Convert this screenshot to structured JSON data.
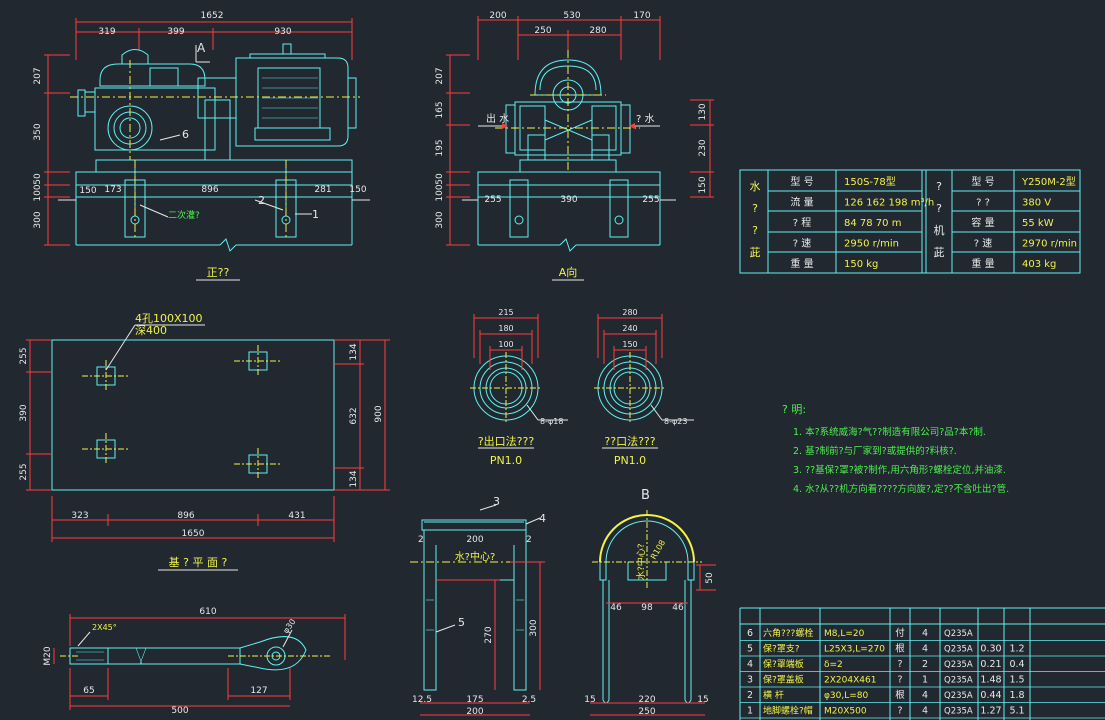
{
  "colors": {
    "background": "#212830",
    "outline": "#5ff0f0",
    "dimension": "#ff3b3b",
    "text_white": "#e8e8e8",
    "text_yellow": "#f2f24a",
    "text_green": "#4cf04c",
    "centerline": "#f2f24a"
  },
  "front_view": {
    "label": "正??",
    "dims_top": {
      "overall": "1652",
      "a": "319",
      "b": "399",
      "c": "930"
    },
    "dims_left": [
      "207",
      "350",
      "100",
      "50",
      "300"
    ],
    "dims_base": {
      "d1": "150",
      "d2": "173",
      "d3": "896",
      "d4": "281",
      "d5": "150"
    },
    "section_marker": "A",
    "callouts": {
      "c6": "6",
      "c2": "2",
      "c1": "1"
    },
    "grout_label": "二次灌?"
  },
  "side_view": {
    "label": "A向",
    "dims_top": {
      "d200": "200",
      "d530": "530",
      "d170": "170",
      "d250": "250",
      "d280": "280"
    },
    "dims_left": [
      "207",
      "165",
      "195",
      "100",
      "50",
      "300"
    ],
    "dims_right": [
      "130",
      "230",
      "150"
    ],
    "dims_base": {
      "d255l": "255",
      "d390": "390",
      "d255r": "255"
    },
    "outlet_label": "出 水",
    "inlet_label": "? 水"
  },
  "spec_table": {
    "pump_header": [
      "水",
      "?",
      "?",
      "茈"
    ],
    "pump_rows": [
      {
        "label": "型 号",
        "value": "150S-78型"
      },
      {
        "label": "流 量",
        "value": "126 162 198 m³/h"
      },
      {
        "label": "? 程",
        "value": "84 78 70 m"
      },
      {
        "label": "? 速",
        "value": "2950 r/min"
      },
      {
        "label": "重 量",
        "value": "150 kg"
      }
    ],
    "motor_header": [
      "?",
      "?",
      "机",
      "茈"
    ],
    "motor_rows": [
      {
        "label": "型 号",
        "value": "Y250M-2型"
      },
      {
        "label": "? ?",
        "value": "380 V"
      },
      {
        "label": "容 量",
        "value": "55 kW"
      },
      {
        "label": "? 速",
        "value": "2970 r/min"
      },
      {
        "label": "重 量",
        "value": "403 kg"
      }
    ]
  },
  "foundation_plan": {
    "label": "基 ? 平 面 ?",
    "hole_note": "4孔100X100",
    "hole_depth": "深400",
    "dims_left": [
      "255",
      "390",
      "255"
    ],
    "dims_right_inner": [
      "134",
      "632",
      "134"
    ],
    "dims_right_outer": "900",
    "dims_bottom": {
      "d323": "323",
      "d896": "896",
      "d431": "431",
      "d1650": "1650"
    }
  },
  "flange_outlet": {
    "label": "?出口法???",
    "pn": "PN1.0",
    "dims": [
      "215",
      "180",
      "100"
    ],
    "holes": "8-φ18"
  },
  "flange_inlet": {
    "label": "??口法???",
    "pn": "PN1.0",
    "dims": [
      "280",
      "240",
      "150"
    ],
    "holes": "8-φ23"
  },
  "notes": {
    "title": "? 明:",
    "items": [
      "1. 本?系统威海?气??制造有限公司?品?本?制.",
      "2. 基?制前?与厂家到?或提供的?料核?.",
      "3. ??基保?罩?被?制作,用六角形?螺栓定位,并油漆.",
      "4. 水?从??机方向看????方向旋?,定??不含吐出?管."
    ]
  },
  "guard_view": {
    "callouts": {
      "c3": "3",
      "c4": "4",
      "c5": "5"
    },
    "dims": {
      "d2l": "2",
      "d200": "200",
      "d2r": "2",
      "d270": "270",
      "d300": "300",
      "d125": "12.5",
      "d175": "175",
      "d25": "2.5",
      "d200b": "200"
    },
    "centerline_label": "水?中心?"
  },
  "guard_section": {
    "label": "B",
    "dims": {
      "d46l": "46",
      "d98": "98",
      "d46r": "46",
      "d50": "50",
      "d15l": "15",
      "d220": "220",
      "d15r": "15",
      "d250": "250",
      "r": "R108"
    },
    "inner_label": "水?中心?"
  },
  "anchor_bolt": {
    "dims": {
      "d610": "610",
      "d2x45": "2X45°",
      "d65": "65",
      "d127": "127",
      "d500": "500",
      "phi": "φ30",
      "m20": "M20"
    }
  },
  "parts_list": {
    "rows": [
      {
        "no": "6",
        "name": "六角???螺栓",
        "spec": "M8,L=20",
        "unit": "付",
        "qty": "4",
        "mat": "Q235A",
        "w1": "",
        "w2": ""
      },
      {
        "no": "5",
        "name": "保?罩支?",
        "spec": "L25X3,L=270",
        "unit": "根",
        "qty": "4",
        "mat": "Q235A",
        "w1": "0.30",
        "w2": "1.2"
      },
      {
        "no": "4",
        "name": "保?罩端板",
        "spec": "δ=2",
        "unit": "?",
        "qty": "2",
        "mat": "Q235A",
        "w1": "0.21",
        "w2": "0.4"
      },
      {
        "no": "3",
        "name": "保?罩盖板",
        "spec": "2X204X461",
        "unit": "?",
        "qty": "1",
        "mat": "Q235A",
        "w1": "1.48",
        "w2": "1.5"
      },
      {
        "no": "2",
        "name": "横 杆",
        "spec": "φ30,L=80",
        "unit": "根",
        "qty": "4",
        "mat": "Q235A",
        "w1": "0.44",
        "w2": "1.8"
      },
      {
        "no": "1",
        "name": "地脚螺栓?帽",
        "spec": "M20X500",
        "unit": "?",
        "qty": "4",
        "mat": "Q235A",
        "w1": "1.27",
        "w2": "5.1"
      }
    ]
  }
}
